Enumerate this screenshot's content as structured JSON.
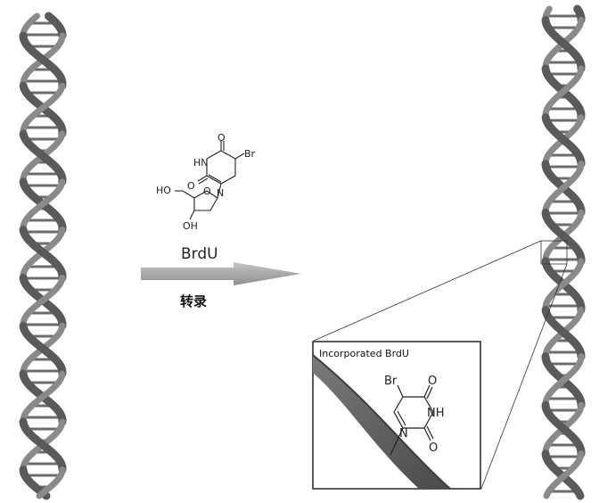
{
  "brdu_label": "BrdU",
  "arrow_label": "转录",
  "inset_title": "Incorporated BrdU",
  "molecule_small": {
    "O_top": "O",
    "HN": "HN",
    "Br": "Br",
    "O_left": "O",
    "N": "N",
    "HO": "HO",
    "O_ring": "O",
    "OH": "OH"
  },
  "molecule_inset": {
    "Br": "Br",
    "O_top": "O",
    "NH": "NH",
    "N": "N",
    "O_bottom": "O"
  },
  "colors": {
    "helix": "#5a5a5a",
    "helix_light": "#8a8a8a",
    "arrow": "#a8a8a8",
    "line": "#222222"
  }
}
